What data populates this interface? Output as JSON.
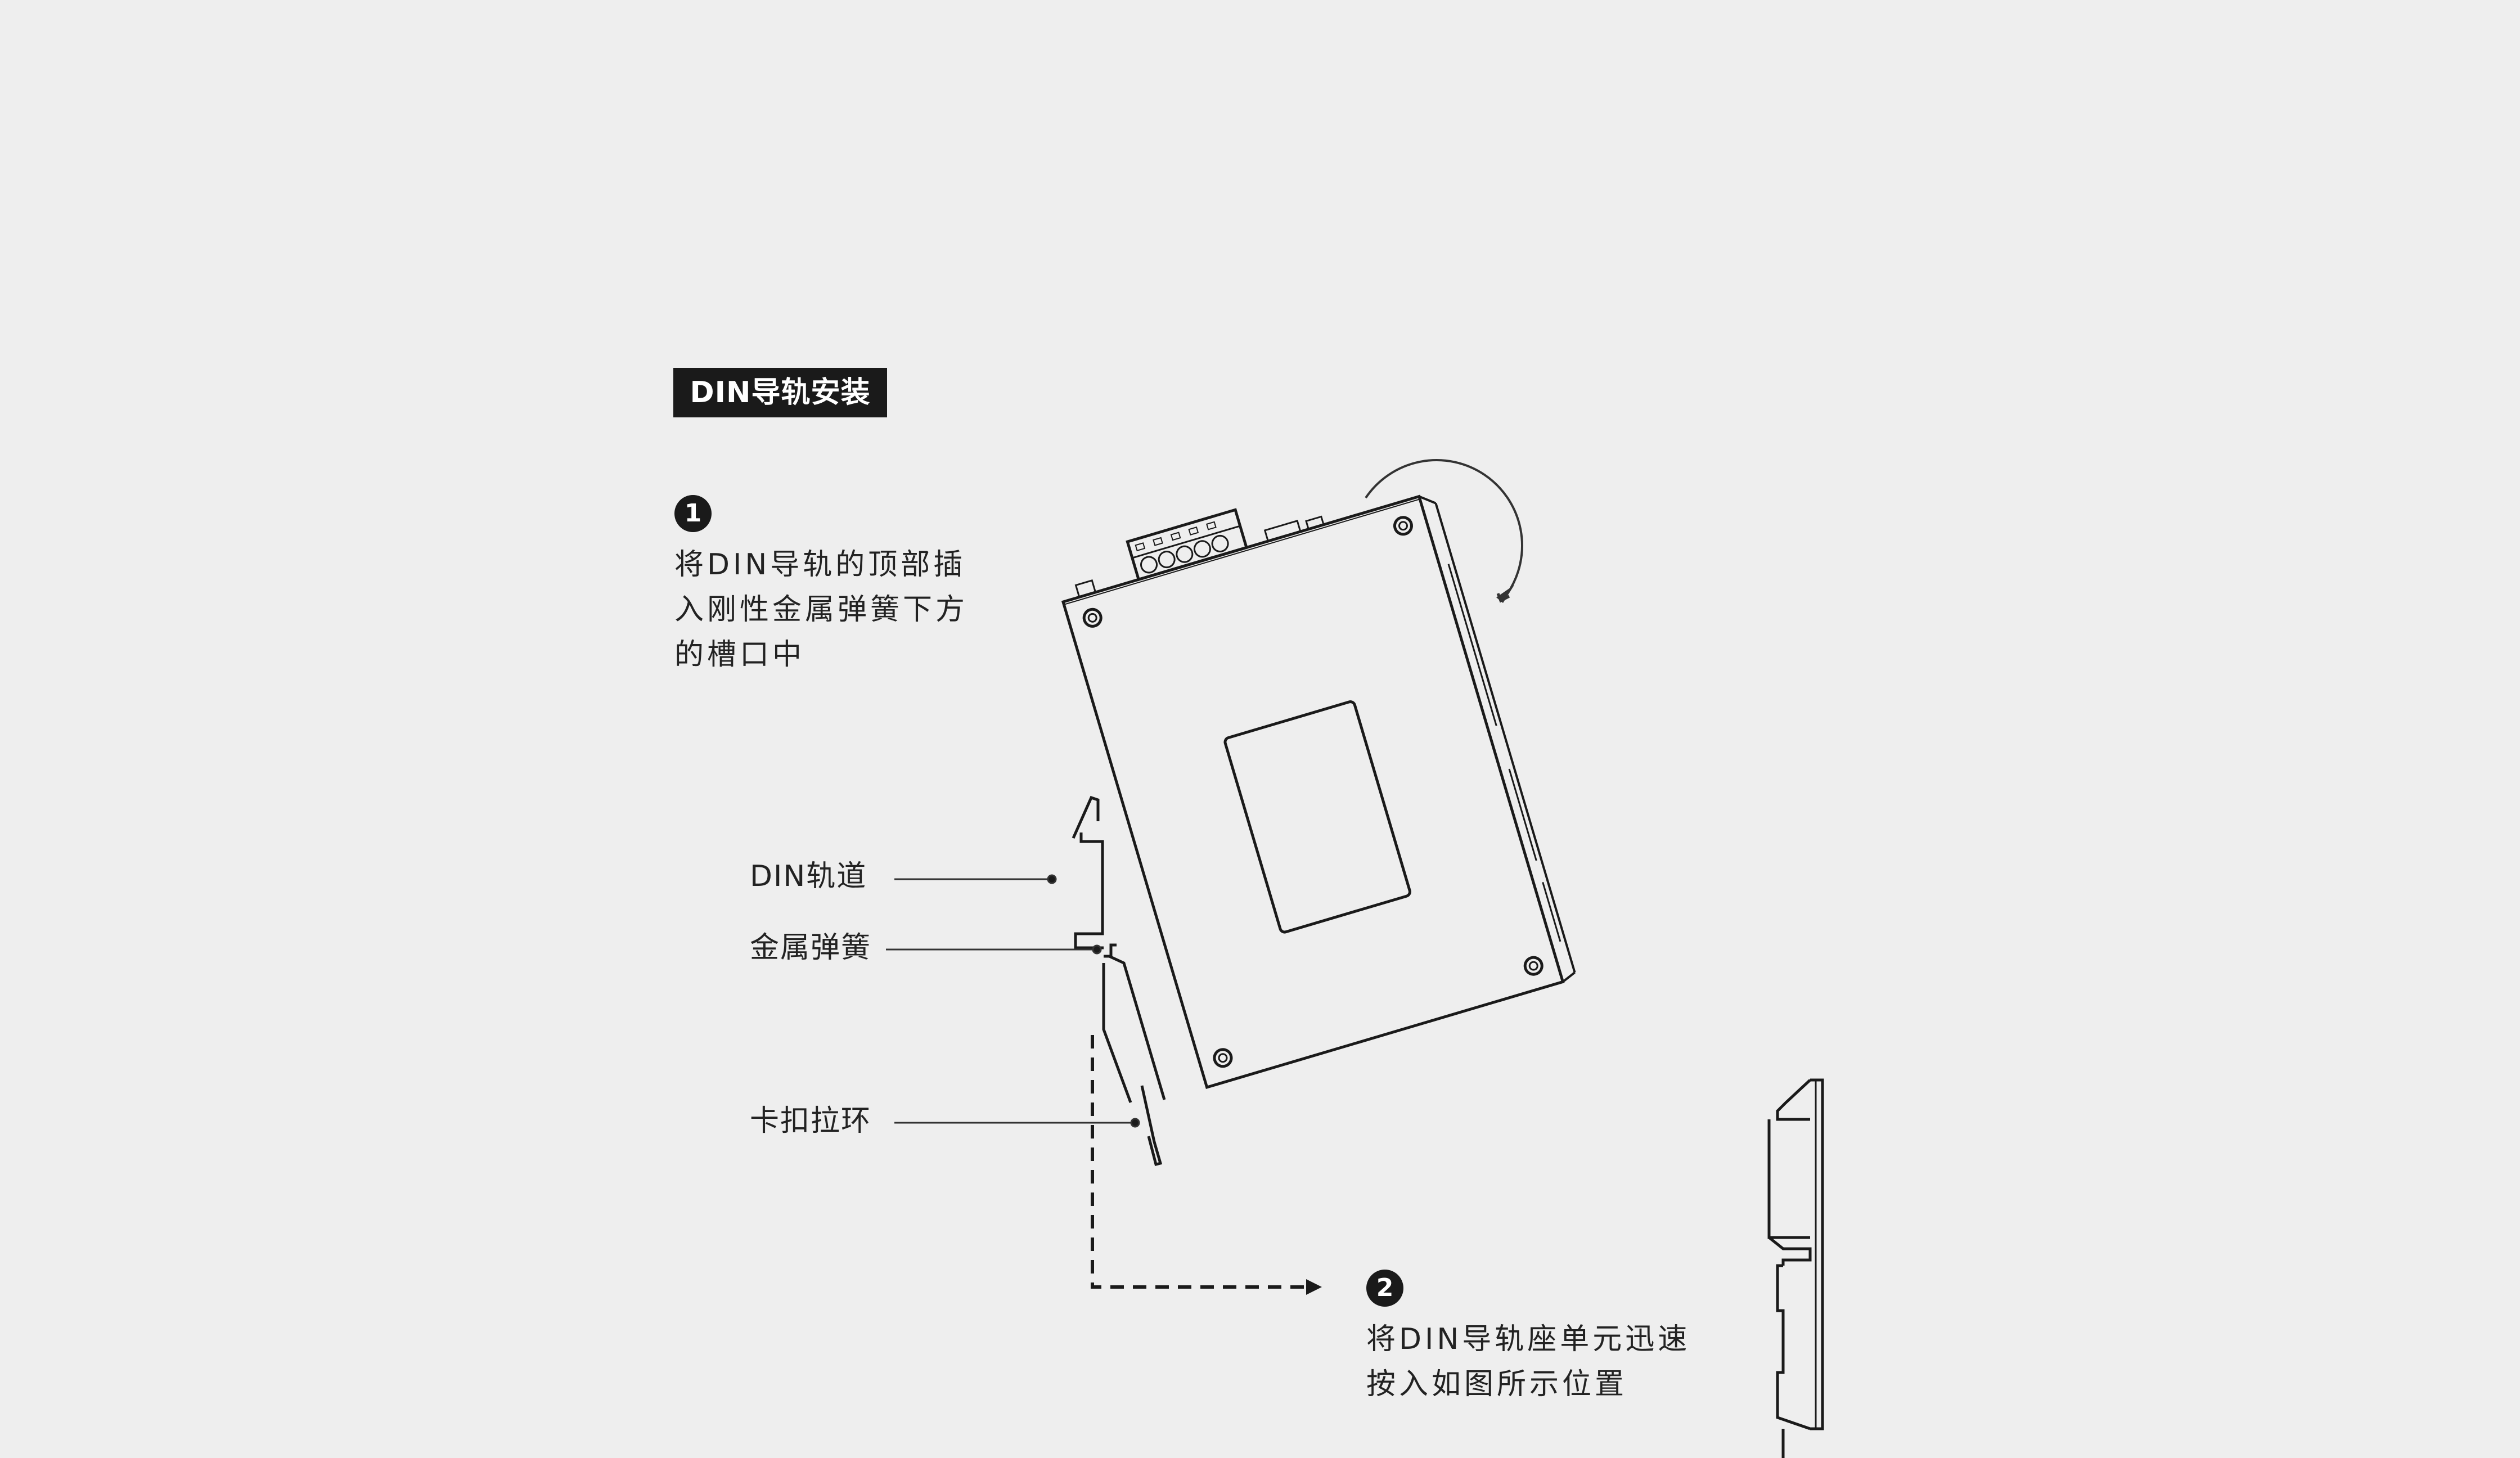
{
  "title": "DIN导轨安装",
  "step1": {
    "number": "1",
    "lines": [
      "将DIN导轨的顶部插",
      "入刚性金属弹簧下方",
      "的槽口中"
    ]
  },
  "step2": {
    "number": "2",
    "lines": [
      "将DIN导轨座单元迅速",
      "按入如图所示位置"
    ]
  },
  "callouts": {
    "din_rail": "DIN轨道",
    "metal_spring": "金属弹簧",
    "clip_pull_ring": "卡扣拉环"
  },
  "colors": {
    "background": "#eeeeee",
    "ink": "#1a1a1a"
  }
}
